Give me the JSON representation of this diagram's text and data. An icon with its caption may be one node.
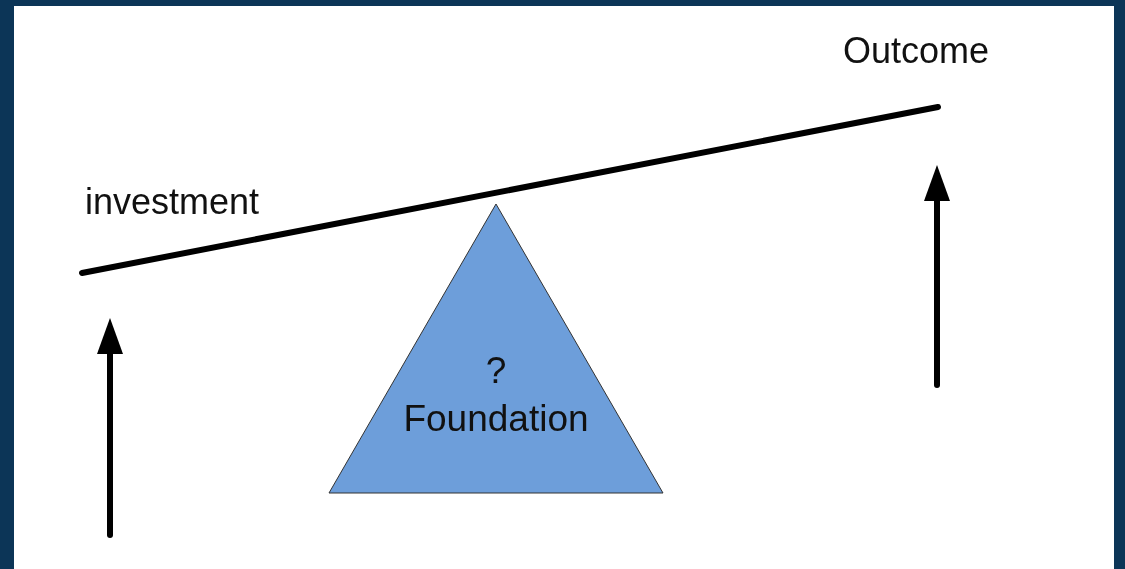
{
  "diagram": {
    "nodes": [
      {
        "text": [
          "? Foundation"
        ]
      }
    ],
    "labels": [
      "investment",
      "Outcome"
    ]
  }
}
